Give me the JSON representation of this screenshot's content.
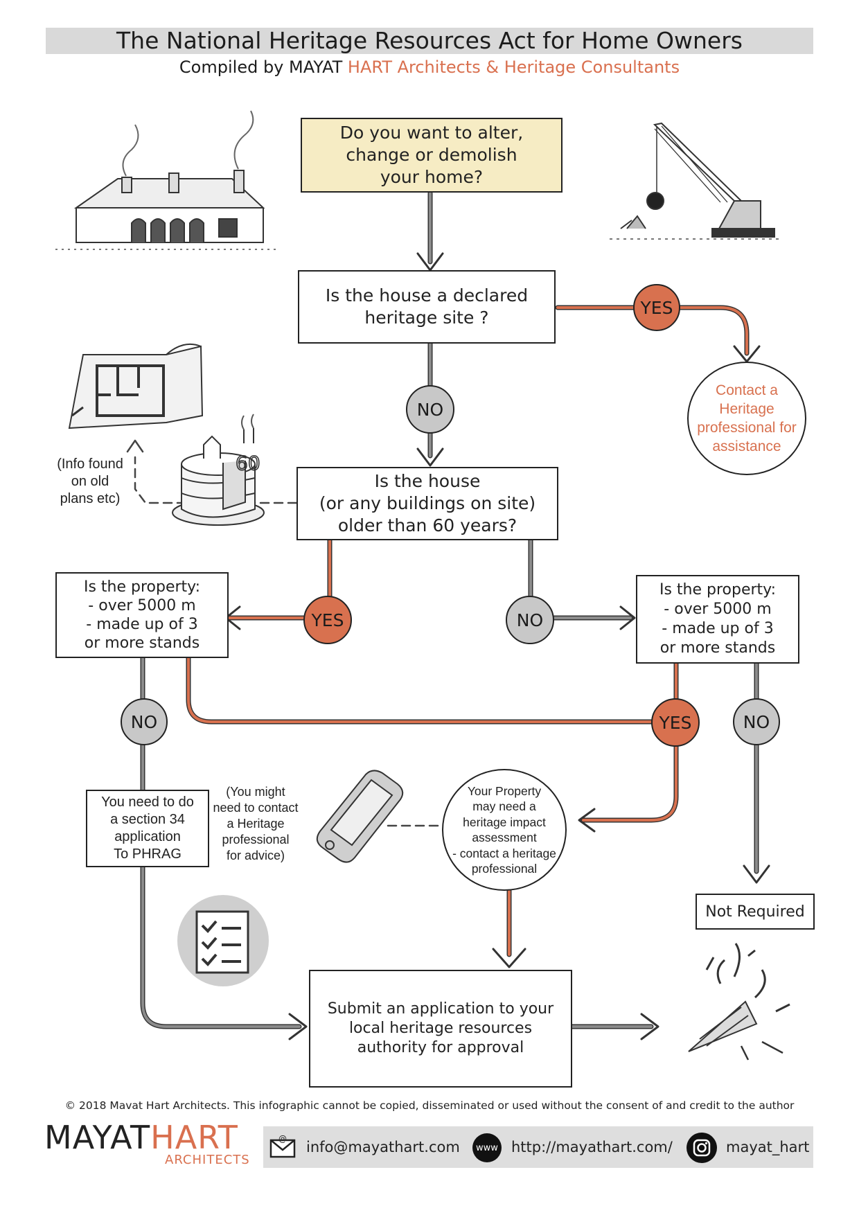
{
  "header": {
    "title": "The National Heritage Resources Act for Home Owners",
    "subtitle_prefix": "Compiled by MAYAT",
    "subtitle_accent": "HART Architects & Heritage Consultants"
  },
  "flow": {
    "q_alter": "Do you want to alter,\nchange or demolish\nyour home?",
    "q_declared": "Is the house a declared\nheritage site ?",
    "contact_professional": "Contact a\nHeritage\nprofessional for\nassistance",
    "q_older": "Is the house\n(or any buildings on site)\nolder than 60 years?",
    "info_found": "(Info found\non old\nplans etc)",
    "q_property_left": "Is the property:\n- over 5000 m\n- made up of 3\nor more stands",
    "q_property_right": "Is the property:\n- over 5000 m\n- made up of 3\nor more stands",
    "section34": "You need to do\na section 34\napplication\nTo PHRAG",
    "might_contact": "(You might\nneed to contact\na Heritage\nprofessional\nfor advice)",
    "impact_assessment": "Your Property\nmay need a\nheritage impact\nassessment\n- contact a heritage\nprofessional",
    "not_required": "Not Required",
    "submit": "Submit an application to  your\nlocal heritage  resources\nauthority for approval"
  },
  "badges": {
    "yes_declared": "YES",
    "no_declared": "NO",
    "yes_older": "YES",
    "no_older": "NO",
    "no_left": "NO",
    "yes_right": "YES",
    "no_right": "NO"
  },
  "footer": {
    "copyright": "© 2018 Mavat Hart Architects.  This infographic cannot be copied, disseminated or used without the consent of and credit to the author",
    "logo_main_prefix": "MAYAT",
    "logo_main_accent": "HART",
    "logo_sub": "ARCHITECTS",
    "email": "info@mayathart.com",
    "website": "http://mayathart.com/",
    "www_label": "www",
    "instagram": "mayat_hart"
  },
  "icons": {
    "house": "house-sketch-icon",
    "crane": "wrecking-crane-icon",
    "plans": "floor-plan-icon",
    "cake": "birthday-cake-60-icon",
    "phone": "mobile-phone-icon",
    "checklist": "checklist-icon",
    "party": "party-popper-icon",
    "email": "email-icon",
    "web": "www-icon",
    "instagram": "instagram-icon"
  },
  "colors": {
    "accent": "#d9704f",
    "grey_connector": "#8c8c8c",
    "yes_badge": "#d8714f",
    "no_badge": "#c8c8c8",
    "start_box": "#f6ecc4"
  }
}
